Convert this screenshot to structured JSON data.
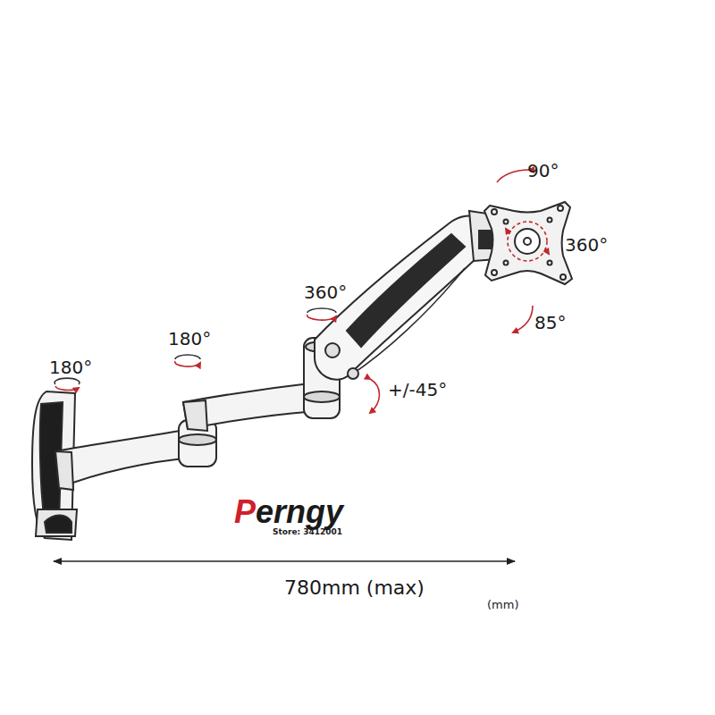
{
  "diagram": {
    "labels": [
      "90°",
      "360°",
      "85°",
      "360°",
      "180°",
      "180°",
      "+/-45°",
      "Perngy",
      "Store: 3412001",
      "780mm (max)",
      "(mm)"
    ]
  }
}
